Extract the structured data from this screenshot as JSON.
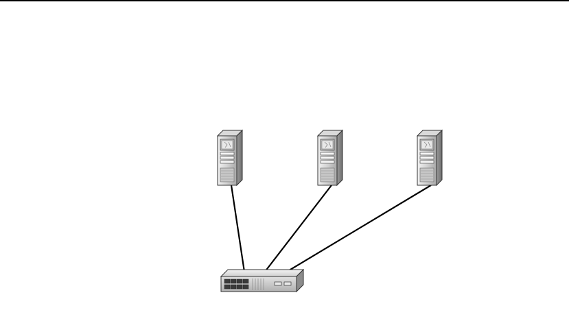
{
  "diagram": {
    "nodes": [
      {
        "id": "server-1",
        "kind": "server",
        "icon": "tower-server-icon"
      },
      {
        "id": "server-2",
        "kind": "server",
        "icon": "tower-server-icon"
      },
      {
        "id": "server-3",
        "kind": "server",
        "icon": "tower-server-icon"
      },
      {
        "id": "switch",
        "kind": "network-switch",
        "icon": "network-switch-icon"
      }
    ],
    "edges": [
      {
        "from": "server-1",
        "to": "switch"
      },
      {
        "from": "server-2",
        "to": "switch"
      },
      {
        "from": "server-3",
        "to": "switch"
      }
    ],
    "colors": {
      "line": "#000000",
      "device_light": "#e6e6e6",
      "device_mid": "#b5b5b5",
      "device_dark": "#7a7a7a",
      "outline": "#333333"
    }
  }
}
